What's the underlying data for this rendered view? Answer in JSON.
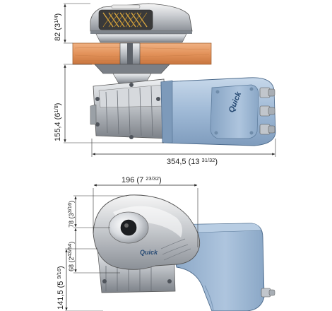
{
  "dimensions": {
    "top_height": {
      "main": "82 (3",
      "frac": "1/4",
      "close": ")"
    },
    "body_height": {
      "main": "155,4 (6",
      "frac": "1/8",
      "close": ")"
    },
    "overall_length": {
      "main": "354,5 (13 ",
      "frac": "31/32",
      "close": ")"
    },
    "width": {
      "main": "196 (7 ",
      "frac": "23/32",
      "close": ")"
    },
    "drum_top": {
      "main": "78 (3",
      "frac": "3/16",
      "close": ")"
    },
    "drum_bottom": {
      "main": "68 (2",
      "frac": "43/64",
      "close": ")"
    },
    "base_height": {
      "main": "141,5 (5 ",
      "frac": "9/16",
      "close": ")"
    }
  },
  "brand": {
    "label": "Quick"
  },
  "colors": {
    "deck": "#e3925a",
    "motor": "#9fb9d6",
    "steel": "#c9ccd0",
    "dark_steel": "#6c7178"
  }
}
